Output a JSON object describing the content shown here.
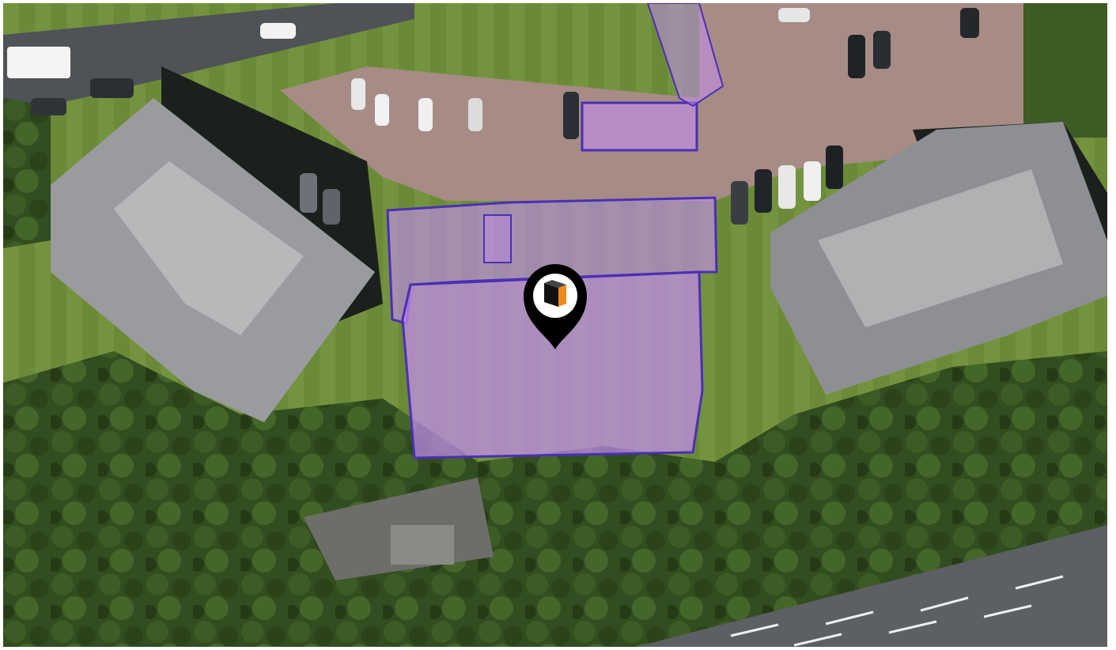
{
  "map": {
    "view": "satellite",
    "colors": {
      "grass": "#6f8a3c",
      "grass_dark": "#4f6b2a",
      "trees": "#2f4a1c",
      "parking": "#a58c84",
      "road": "#5c5f63",
      "road_marking": "#f2f2f2",
      "building_roof": "#8e8f92",
      "shadow": "#1a1d1a",
      "highlight_fill": "#c48df0",
      "highlight_stroke": "#4b2fb5"
    },
    "highlighted_areas": [
      {
        "name": "main-building",
        "shape": "footprint"
      },
      {
        "name": "north-wing",
        "shape": "footprint"
      },
      {
        "name": "parking-bay",
        "shape": "rectangle"
      },
      {
        "name": "access-path",
        "shape": "strip"
      }
    ],
    "marker": {
      "icon": "building-logo-icon",
      "pin_color": "#000000",
      "accent_color": "#f08a1c"
    }
  }
}
